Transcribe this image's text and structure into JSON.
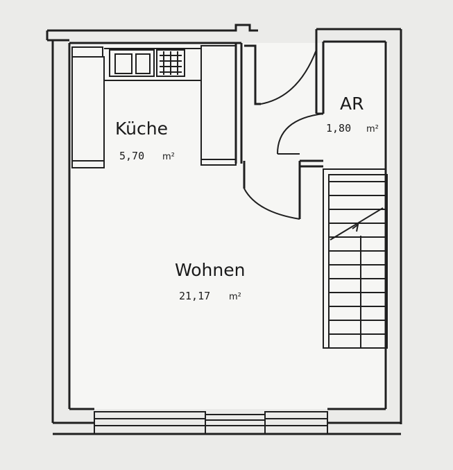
{
  "plan": {
    "rooms": [
      {
        "id": "kueche",
        "name": "Küche",
        "area": "5,70",
        "unit": "m²"
      },
      {
        "id": "ar",
        "name": "AR",
        "area": "1,80",
        "unit": "m²"
      },
      {
        "id": "wohnen",
        "name": "Wohnen",
        "area": "21,17",
        "unit": "m²"
      }
    ]
  },
  "colors": {
    "paper": "#ebebe9",
    "line": "#1f1f1f",
    "floor": "#f6f6f4"
  }
}
